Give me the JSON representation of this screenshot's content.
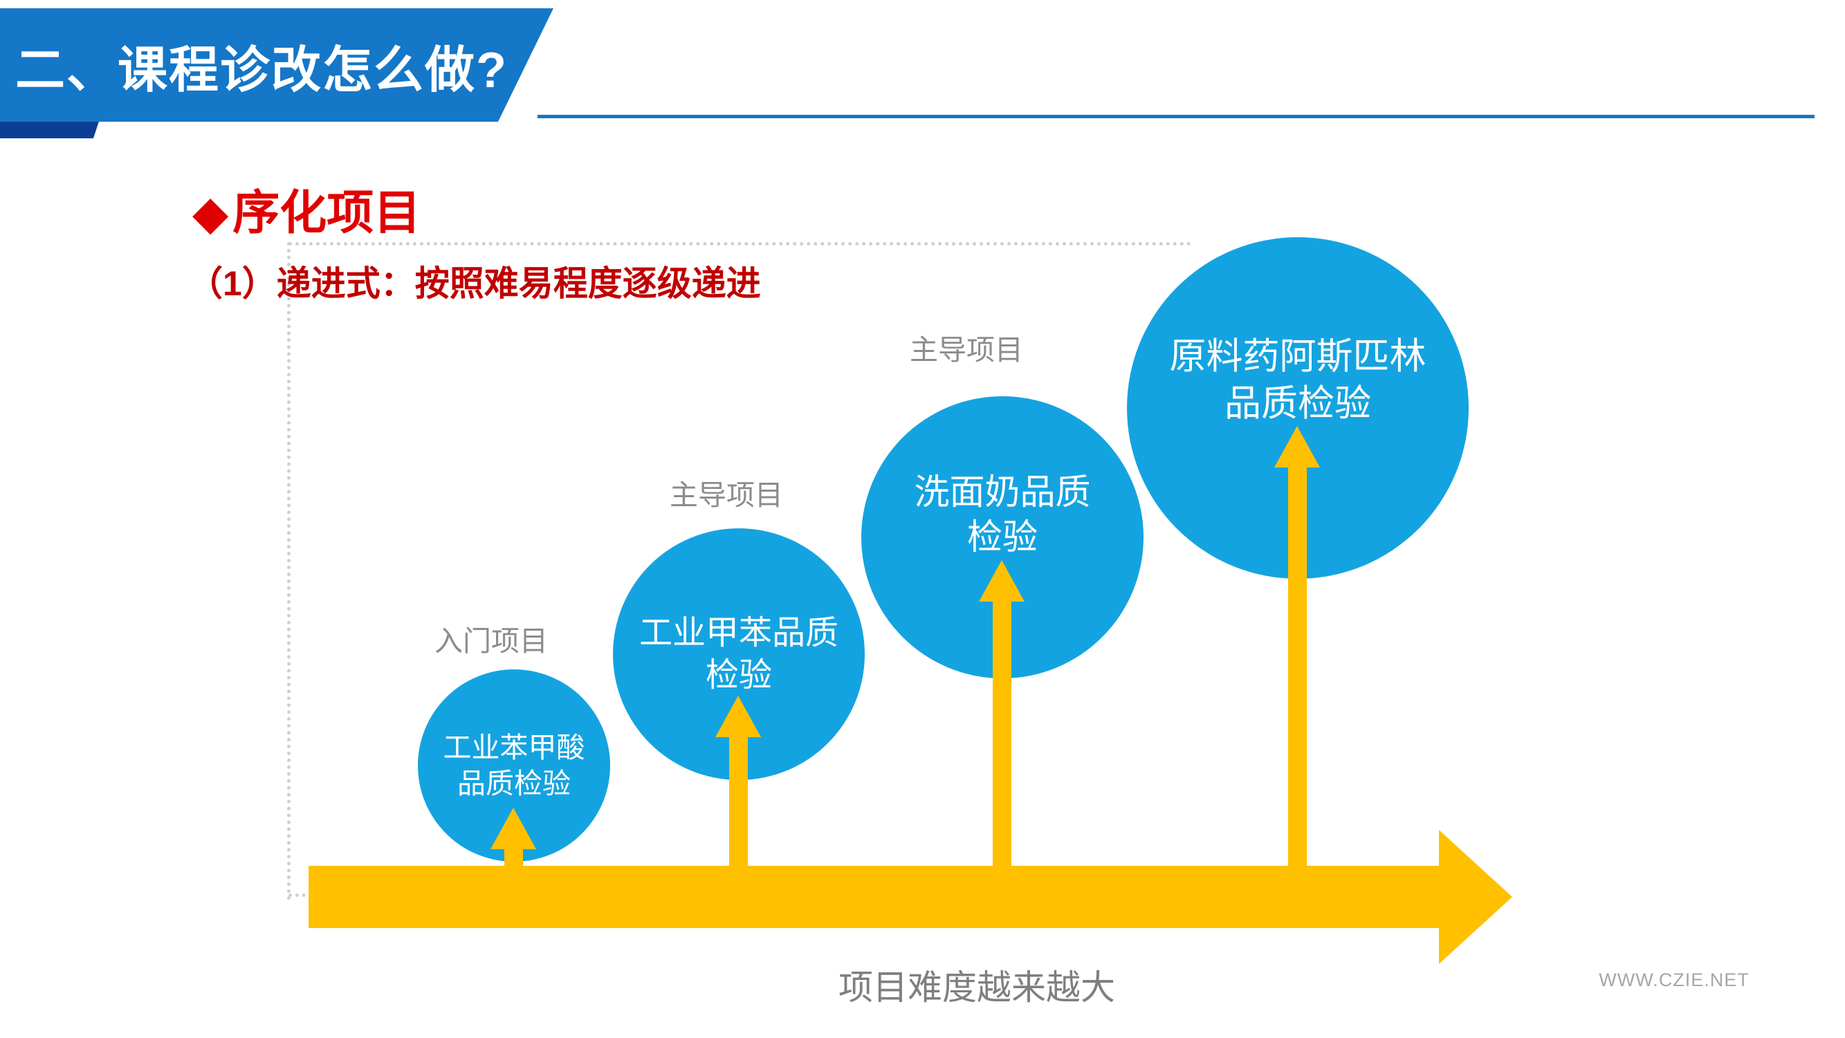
{
  "header": {
    "title": "二、课程诊改怎么做?"
  },
  "section": {
    "bullet": "◆",
    "title": "序化项目",
    "subtitle": "（1）递进式：按照难易程度逐级递进"
  },
  "diagram": {
    "steps": [
      {
        "category_label": "入门项目",
        "line1": "工业苯甲酸",
        "line2": "品质检验"
      },
      {
        "category_label": "主导项目",
        "line1": "工业甲苯品质",
        "line2": "检验"
      },
      {
        "category_label": "主导项目",
        "line1": "洗面奶品质",
        "line2": "检验"
      },
      {
        "category_label": "",
        "line1": "原料药阿斯匹林",
        "line2": "品质检验"
      }
    ],
    "axis_caption": "项目难度越来越大",
    "colors": {
      "banner_blue": "#1577c8",
      "banner_shadow_blue": "#0b3f96",
      "circle_blue": "#14a3e1",
      "arrow_yellow": "#ffc000",
      "title_red": "#e00000",
      "subtitle_red": "#c00000",
      "label_gray": "#8c8c8c"
    }
  },
  "footer": {
    "website": "WWW.CZIE.NET"
  }
}
